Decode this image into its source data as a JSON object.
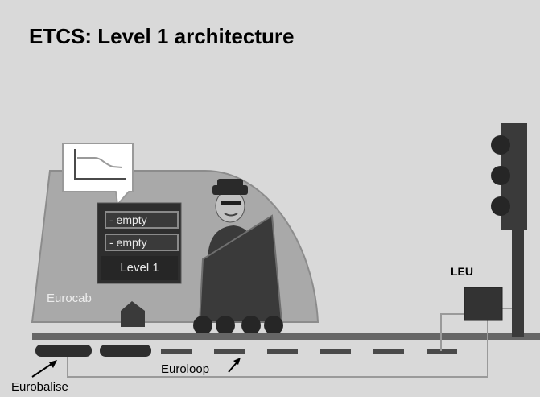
{
  "title": "ETCS: Level 1 architecture",
  "labels": {
    "eurocab": "Eurocab",
    "leu": "LEU",
    "euroloop": "Euroloop",
    "eurobalise": "Eurobalise"
  },
  "dmi": {
    "rows": [
      "- empty",
      "- empty"
    ],
    "level": "Level 1"
  },
  "colors": {
    "background": "#d9d9d9",
    "train_body": "#a9a9a9",
    "dark": "#333333",
    "signal": "#3a3a3a"
  }
}
